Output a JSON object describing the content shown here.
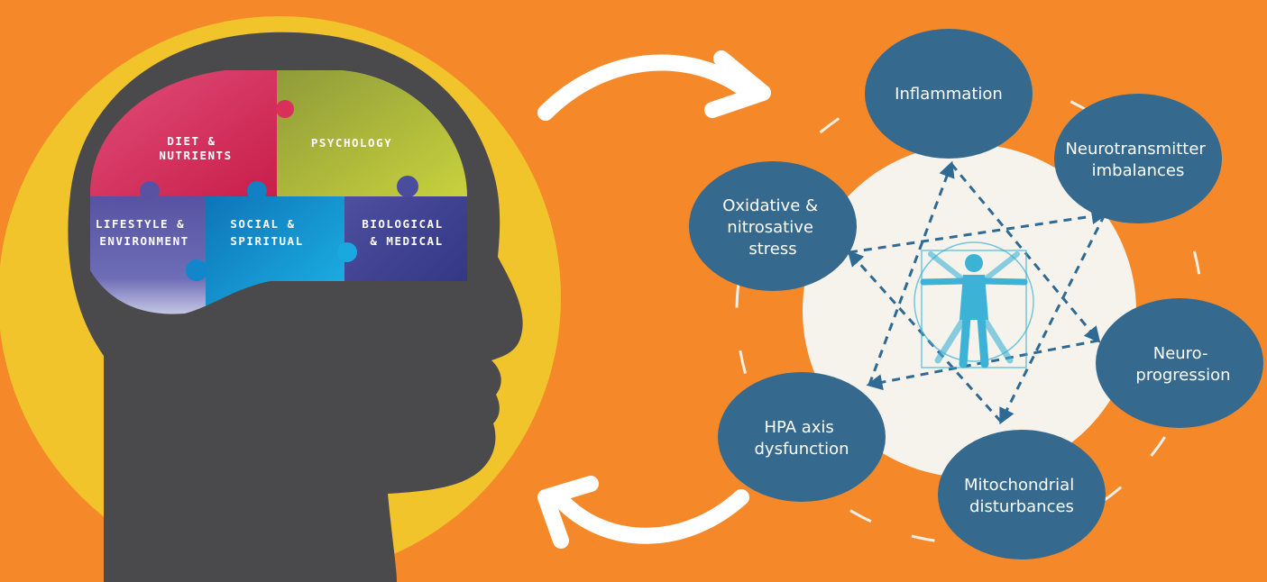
{
  "colors": {
    "background": "#F5892A",
    "head_circle": "#F2C42C",
    "head": "#4A4A4C",
    "node": "#356A8E",
    "arrow": "#2E6A94",
    "inner_circle": "#F6F3EC",
    "human_figure": "#3CB2D6"
  },
  "puzzle": {
    "pieces": [
      {
        "id": "diet",
        "lines": [
          "DIET &",
          "NUTRIENTS"
        ],
        "color": "#D8305A"
      },
      {
        "id": "psychology",
        "lines": [
          "PSYCHOLOGY"
        ],
        "color": "#A5B13A"
      },
      {
        "id": "lifestyle",
        "lines": [
          "LIFESTYLE &",
          "ENVIRONMENT"
        ],
        "color": "#5B5AA6"
      },
      {
        "id": "social",
        "lines": [
          "SOCIAL &",
          "SPIRITUAL"
        ],
        "color": "#1391CF"
      },
      {
        "id": "biological",
        "lines": [
          "BIOLOGICAL",
          "& MEDICAL"
        ],
        "color": "#3A3F93"
      }
    ]
  },
  "nodes": [
    {
      "id": "inflammation",
      "lines": [
        "Inflammation"
      ]
    },
    {
      "id": "neurotransmitter",
      "lines": [
        "Neurotransmitter",
        "imbalances"
      ]
    },
    {
      "id": "neuroprogression",
      "lines": [
        "Neuro-",
        "progression"
      ]
    },
    {
      "id": "mitochondrial",
      "lines": [
        "Mitochondrial",
        "disturbances"
      ]
    },
    {
      "id": "hpa",
      "lines": [
        "HPA axis",
        "dysfunction"
      ]
    },
    {
      "id": "oxidative",
      "lines": [
        "Oxidative &",
        "nitrosative",
        "stress"
      ]
    }
  ],
  "icons": {
    "cycle_arrows": "curved-arrow-icon",
    "center_figure": "vitruvian-man-icon"
  }
}
